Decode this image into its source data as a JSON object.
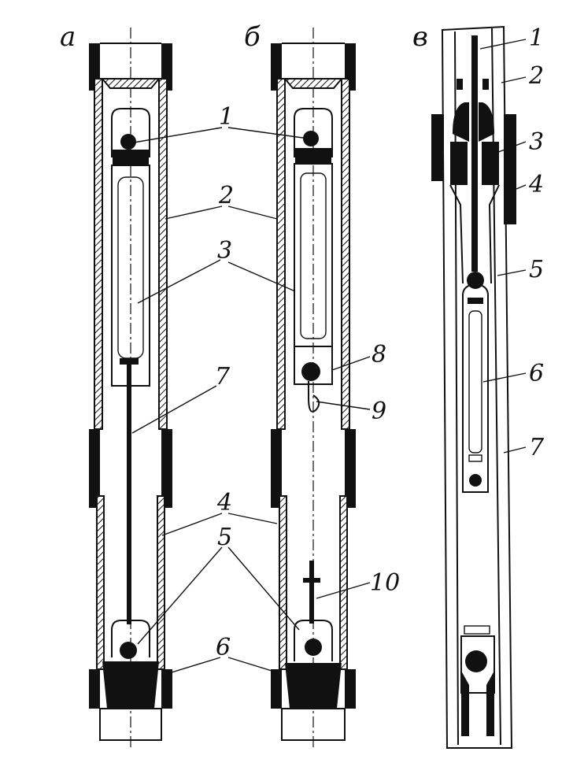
{
  "figure": {
    "panel_labels": {
      "a": "а",
      "b": "б",
      "c": "в"
    },
    "callouts": {
      "a": [
        "1",
        "2",
        "3",
        "7",
        "4",
        "5",
        "6"
      ],
      "b": [
        "8",
        "9",
        "10"
      ],
      "c": [
        "1",
        "2",
        "3",
        "4",
        "5",
        "6",
        "7"
      ]
    }
  }
}
